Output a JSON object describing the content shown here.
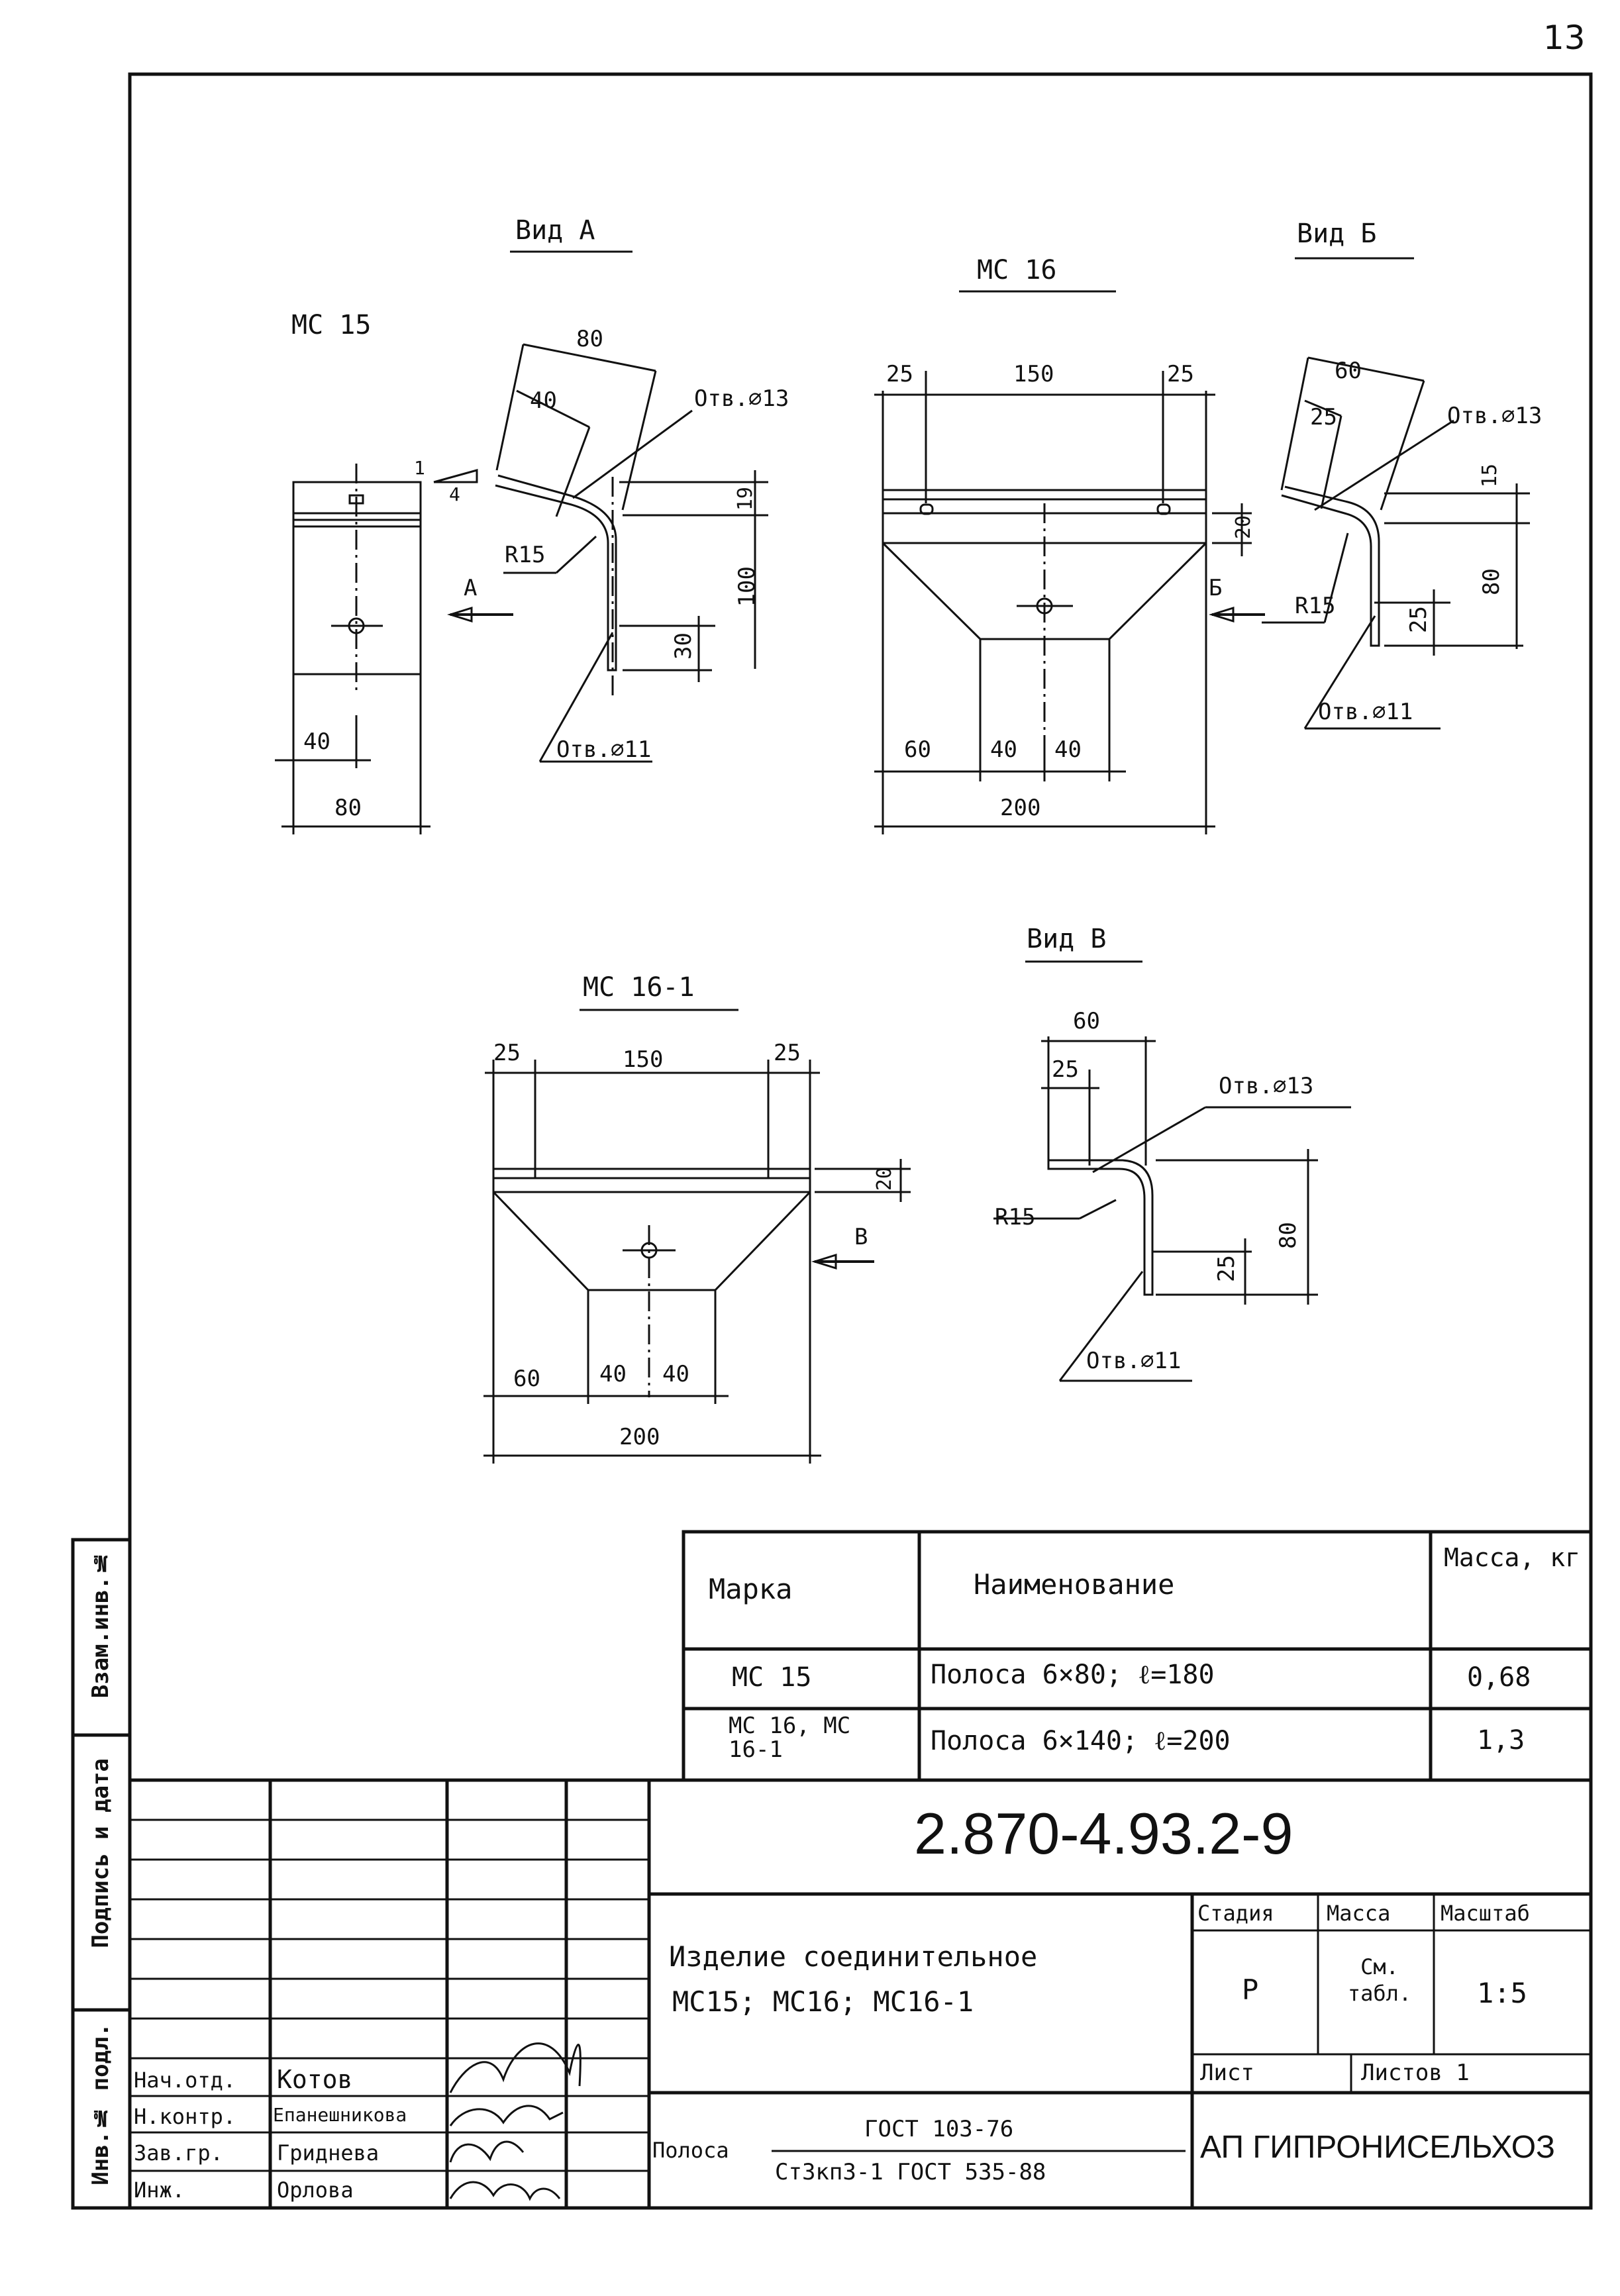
{
  "page_number": "13",
  "views": {
    "mc15": {
      "title": "МС 15",
      "w_total": "80",
      "w_half": "40",
      "arrow": "А",
      "slope_1": "1",
      "slope_4": "4"
    },
    "vid_a": {
      "title": "Вид А",
      "dim_80": "80",
      "dim_40": "40",
      "hole_13": "Отв.⌀13",
      "radius": "R15",
      "dim_19": "19",
      "dim_100": "100",
      "dim_30": "30",
      "hole_11": "Отв.⌀11"
    },
    "mc16": {
      "title": "МС 16",
      "d25a": "25",
      "d150": "150",
      "d25b": "25",
      "d20": "20",
      "arrow": "Б",
      "d60": "60",
      "d40a": "40",
      "d40b": "40",
      "d200": "200"
    },
    "vid_b": {
      "title": "Вид Б",
      "dim_60": "60",
      "dim_25": "25",
      "hole_13": "Отв.⌀13",
      "dim_15": "15",
      "dim_80": "80",
      "radius": "R15",
      "dim_25b": "25",
      "hole_11": "Отв.⌀11"
    },
    "mc16_1": {
      "title": "МС 16-1",
      "d25a": "25",
      "d150": "150",
      "d25b": "25",
      "d20": "20",
      "arrow": "В",
      "d60": "60",
      "d40a": "40",
      "d40b": "40",
      "d200": "200"
    },
    "vid_v": {
      "title": "Вид В",
      "dim_60": "60",
      "dim_25": "25",
      "hole_13": "Отв.⌀13",
      "radius": "R15",
      "dim_80": "80",
      "dim_25b": "25",
      "hole_11": "Отв.⌀11"
    }
  },
  "spec_table": {
    "headers": [
      "Марка",
      "Наименование",
      "Масса, кг"
    ],
    "rows": [
      {
        "mark": "МС 15",
        "name": "Полоса 6×80; ℓ=180",
        "mass": "0,68"
      },
      {
        "mark": "МС 16, МС 16-1",
        "name": "Полоса 6×140; ℓ=200",
        "mass": "1,3"
      }
    ]
  },
  "left_strip": {
    "vzam": "Взам.инв.№",
    "podpis": "Подпись и дата",
    "inv": "Инв.№ подл."
  },
  "title_block": {
    "doc_code": "2.870-4.93.2-9",
    "product_name_1": "Изделие соединительное",
    "product_name_2": "МС15; МС16; МС16-1",
    "stage_label": "Стадия",
    "mass_label": "Масса",
    "scale_label": "Масштаб",
    "stage": "Р",
    "mass": "См. табл.",
    "scale": "1:5",
    "sheet_label": "Лист",
    "sheets_label": "Листов 1",
    "material_prefix": "Полоса",
    "material_top": "ГОСТ 103-76",
    "material_bottom": "Ст3кп3-1 ГОСТ 535-88",
    "org": "АП ГИПРОНИСЕЛЬХОЗ",
    "people": [
      {
        "role": "Нач.отд.",
        "name": "Котов"
      },
      {
        "role": "Н.контр.",
        "name": "Епанешникова"
      },
      {
        "role": "Зав.гр.",
        "name": "Гриднева"
      },
      {
        "role": "Инж.",
        "name": "Орлова"
      }
    ]
  }
}
